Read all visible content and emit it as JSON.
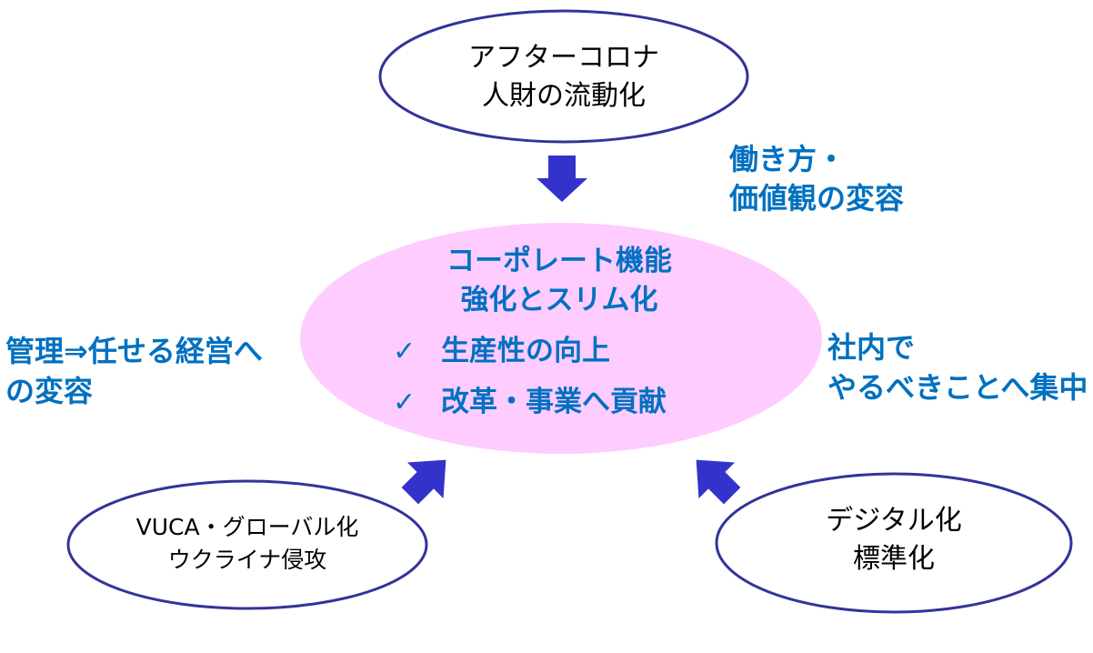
{
  "colors": {
    "accent_text": "#0070c0",
    "arrow": "#3333cc",
    "oval_border": "#33339a",
    "center_fill": "#ffccff"
  },
  "top_oval": {
    "line1": "アフターコロナ",
    "line2": "人財の流動化"
  },
  "left_oval": {
    "line1": "VUCA・グローバル化",
    "line2": "ウクライナ侵攻"
  },
  "right_oval": {
    "line1": "デジタル化",
    "line2": "標準化"
  },
  "center": {
    "title_line1": "コーポレート機能",
    "title_line2": "強化とスリム化",
    "check_mark": "✓",
    "items": [
      "生産性の向上",
      "改革・事業へ貢献"
    ]
  },
  "labels": {
    "top_right": {
      "line1": "働き方・",
      "line2": "価値観の変容"
    },
    "left": {
      "line1": "管理⇒任せる経営へ",
      "line2": "の変容"
    },
    "right": {
      "line1": "社内で",
      "line2": "やるべきことへ集中"
    }
  },
  "icons": {
    "arrow_down": "arrow-down-icon",
    "arrow_up_right": "arrow-up-right-icon",
    "arrow_up_left": "arrow-up-left-icon"
  }
}
